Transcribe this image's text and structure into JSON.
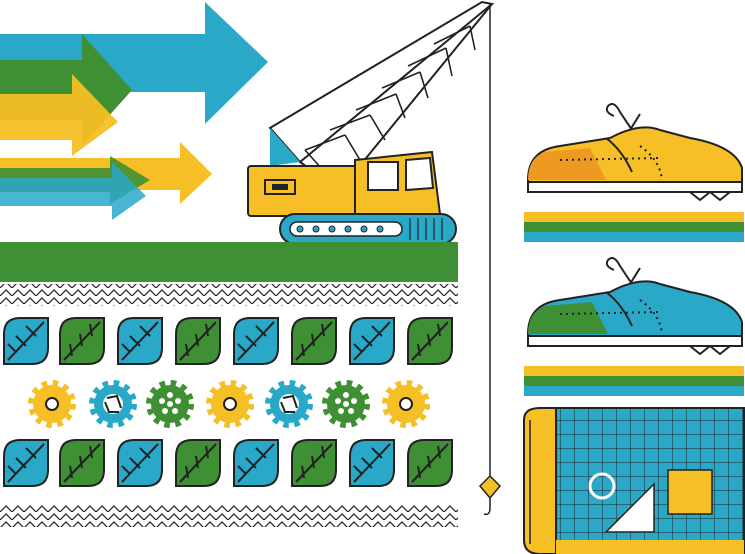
{
  "colors": {
    "teal": "#2aa8c8",
    "green": "#3f8f34",
    "yellow": "#f5bf25",
    "orange": "#ee9a22",
    "outline": "#222222",
    "paper": "#ffffff"
  },
  "illustration": {
    "arrows": {
      "count": 6,
      "icon": "arrow-icon"
    },
    "crane": {
      "icon": "crane-icon"
    },
    "shoes": {
      "count": 2,
      "icon": "shoe-icon"
    },
    "leaf_tiles": {
      "rows": 2,
      "per_row": 8,
      "icon": "leaf-icon"
    },
    "gears": {
      "count": 7,
      "icon": "gear-icon"
    },
    "blueprint": {
      "icon": "blueprint-icon"
    }
  }
}
